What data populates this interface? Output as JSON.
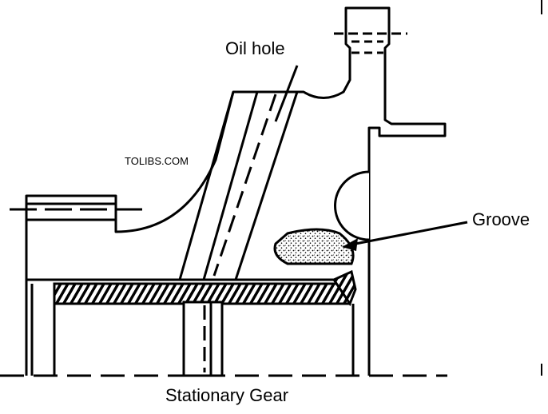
{
  "labels": {
    "oil_hole": "Oil hole",
    "groove": "Groove",
    "watermark": "TOLIBS.COM",
    "caption": "Stationary Gear"
  },
  "colors": {
    "ink": "#000000",
    "paper": "#ffffff"
  }
}
